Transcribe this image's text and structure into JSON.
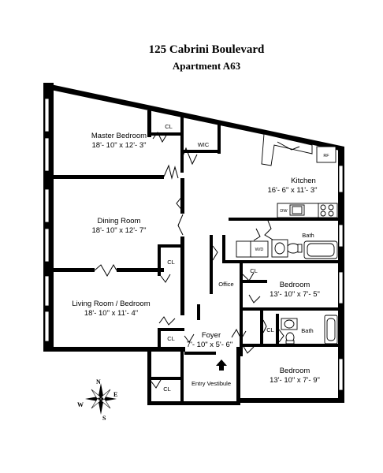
{
  "title": {
    "address": "125 Cabrini Boulevard",
    "unit": "Apartment A63"
  },
  "rooms": {
    "master_bedroom": {
      "name": "Master Bedroom",
      "size": "18'- 10\" x 12'- 3\""
    },
    "dining_room": {
      "name": "Dining Room",
      "size": "18'- 10\" x 12'- 7\""
    },
    "living_room": {
      "name": "Living Room / Bedroom",
      "size": "18'- 10\" x 11'- 4\""
    },
    "kitchen": {
      "name": "Kitchen",
      "size": "16'- 6\" x 11'- 3\""
    },
    "bedroom_2": {
      "name": "Bedroom",
      "size": "13'- 10\" x 7'- 5\""
    },
    "bedroom_3": {
      "name": "Bedroom",
      "size": "13'- 10\" x 7'- 9\""
    },
    "foyer": {
      "name": "Foyer",
      "size": "7'- 10\" x 5'- 6\""
    },
    "entry": {
      "name": "Entry Vestibule"
    },
    "office": {
      "name": "Office"
    },
    "bath_1": {
      "name": "Bath"
    },
    "bath_2": {
      "name": "Bath"
    },
    "wic": {
      "name": "WIC"
    }
  },
  "closets": {
    "cl_master": "CL",
    "cl_dining": "CL",
    "cl_living": "CL",
    "cl_office": "CL",
    "cl_bath2": "CL",
    "cl_entry": "CL"
  },
  "fixtures": {
    "fridge": "RF",
    "dishwasher": "DW",
    "washer_dryer": "W/D"
  },
  "compass": {
    "n": "N",
    "s": "S",
    "e": "E",
    "w": "W"
  }
}
